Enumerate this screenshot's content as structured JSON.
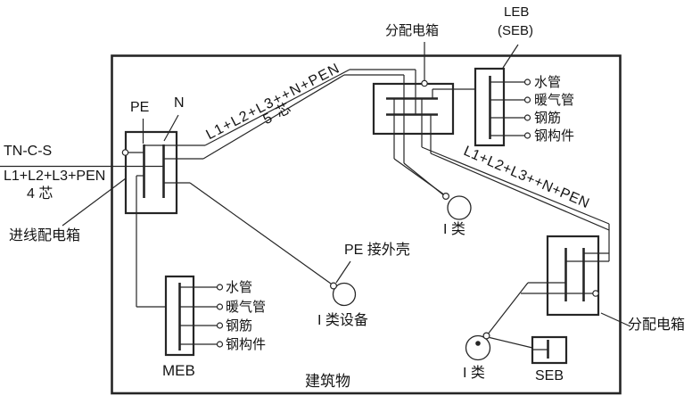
{
  "colors": {
    "line": "#262626",
    "text": "#141414",
    "background": "#ffffff"
  },
  "supply": {
    "system": "TN-C-S",
    "conductors": "L1+L2+L3+PEN",
    "cores": "4 芯",
    "box_label": "进线配电箱",
    "pe_label": "PE",
    "n_label": "N"
  },
  "riser": {
    "conductors": "L1+L2+L3++N+PEN",
    "cores": "5 芯"
  },
  "top_distribution": {
    "box_label": "分配电箱",
    "socket_label": "I 类"
  },
  "leb": {
    "title_line1": "LEB",
    "title_line2": "(SEB)",
    "items": [
      "水管",
      "暖气管",
      "钢筋",
      "钢构件"
    ]
  },
  "center_equipment": {
    "pe_note": "PE 接外壳",
    "label": "I 类设备"
  },
  "meb": {
    "label": "MEB",
    "items": [
      "水管",
      "暖气管",
      "钢筋",
      "钢构件"
    ]
  },
  "building_label": "建筑物",
  "right_feeder": {
    "conductors": "L1+L2+L3++N+PEN"
  },
  "right_distribution": {
    "box_label": "分配电箱",
    "equipment_label": "I 类",
    "seb_label": "SEB"
  }
}
